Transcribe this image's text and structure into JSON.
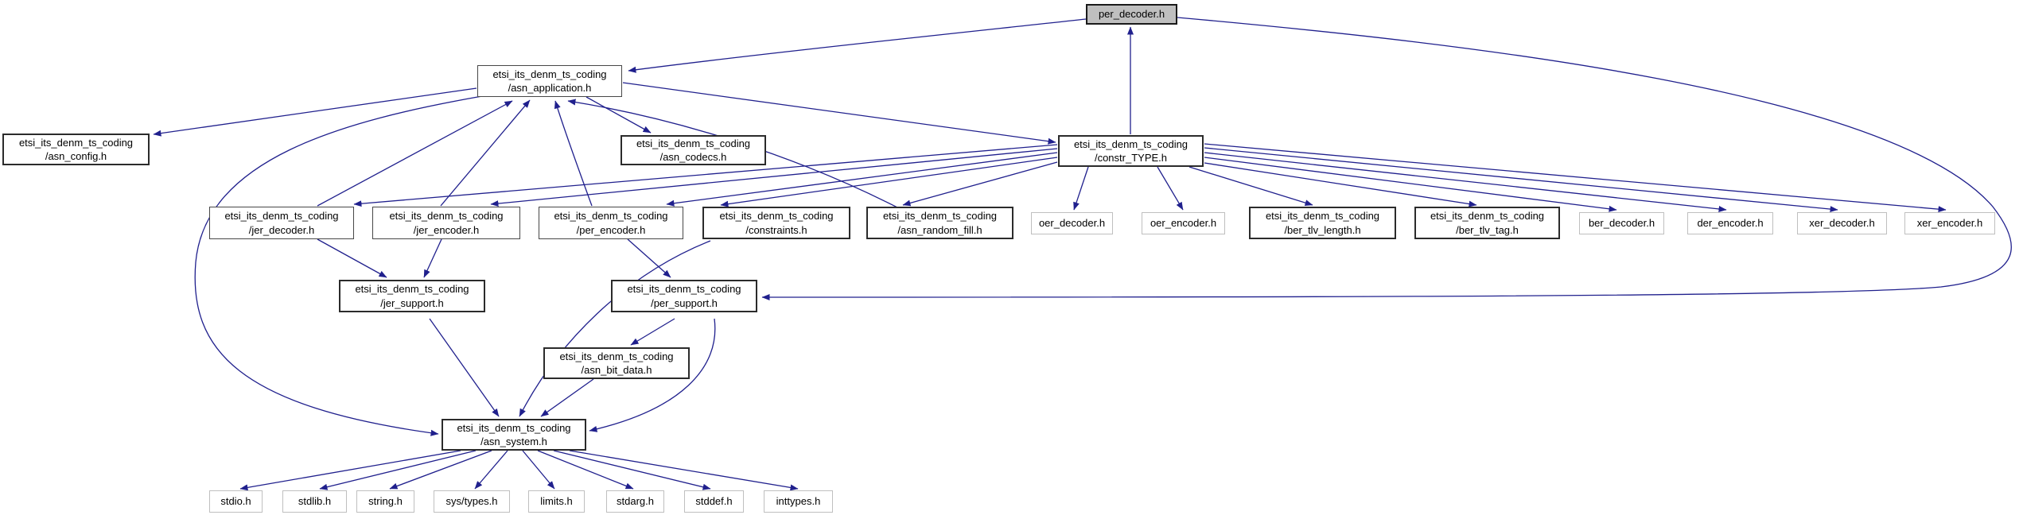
{
  "diagram": {
    "kind": "include-dependency-graph",
    "root_file": "per_decoder.h",
    "edge_color": "#20208d",
    "root_fill": "#bfbfbf"
  },
  "nodes": {
    "per_decoder": "per_decoder.h",
    "asn_application": "etsi_its_denm_ts_coding\n/asn_application.h",
    "asn_config": "etsi_its_denm_ts_coding\n/asn_config.h",
    "asn_codecs": "etsi_its_denm_ts_coding\n/asn_codecs.h",
    "constr_TYPE": "etsi_its_denm_ts_coding\n/constr_TYPE.h",
    "jer_decoder": "etsi_its_denm_ts_coding\n/jer_decoder.h",
    "jer_encoder": "etsi_its_denm_ts_coding\n/jer_encoder.h",
    "per_encoder": "etsi_its_denm_ts_coding\n/per_encoder.h",
    "constraints": "etsi_its_denm_ts_coding\n/constraints.h",
    "asn_random_fill": "etsi_its_denm_ts_coding\n/asn_random_fill.h",
    "oer_decoder": "oer_decoder.h",
    "oer_encoder": "oer_encoder.h",
    "ber_tlv_length": "etsi_its_denm_ts_coding\n/ber_tlv_length.h",
    "ber_tlv_tag": "etsi_its_denm_ts_coding\n/ber_tlv_tag.h",
    "ber_decoder": "ber_decoder.h",
    "der_encoder": "der_encoder.h",
    "xer_decoder": "xer_decoder.h",
    "xer_encoder": "xer_encoder.h",
    "jer_support": "etsi_its_denm_ts_coding\n/jer_support.h",
    "per_support": "etsi_its_denm_ts_coding\n/per_support.h",
    "asn_bit_data": "etsi_its_denm_ts_coding\n/asn_bit_data.h",
    "asn_system": "etsi_its_denm_ts_coding\n/asn_system.h",
    "stdio": "stdio.h",
    "stdlib": "stdlib.h",
    "string": "string.h",
    "sys_types": "sys/types.h",
    "limits": "limits.h",
    "stdarg": "stdarg.h",
    "stddef": "stddef.h",
    "inttypes": "inttypes.h"
  },
  "edges": [
    {
      "from": "per_decoder.h",
      "to": "etsi_its_denm_ts_coding/asn_application.h"
    },
    {
      "from": "per_decoder.h",
      "to": "etsi_its_denm_ts_coding/per_support.h"
    },
    {
      "from": "etsi_its_denm_ts_coding/constr_TYPE.h",
      "to": "per_decoder.h"
    },
    {
      "from": "etsi_its_denm_ts_coding/asn_application.h",
      "to": "etsi_its_denm_ts_coding/asn_config.h"
    },
    {
      "from": "etsi_its_denm_ts_coding/asn_application.h",
      "to": "etsi_its_denm_ts_coding/asn_codecs.h"
    },
    {
      "from": "etsi_its_denm_ts_coding/asn_application.h",
      "to": "etsi_its_denm_ts_coding/constr_TYPE.h"
    },
    {
      "from": "etsi_its_denm_ts_coding/asn_application.h",
      "to": "etsi_its_denm_ts_coding/asn_system.h"
    },
    {
      "from": "etsi_its_denm_ts_coding/jer_decoder.h",
      "to": "etsi_its_denm_ts_coding/asn_application.h"
    },
    {
      "from": "etsi_its_denm_ts_coding/jer_encoder.h",
      "to": "etsi_its_denm_ts_coding/asn_application.h"
    },
    {
      "from": "etsi_its_denm_ts_coding/per_encoder.h",
      "to": "etsi_its_denm_ts_coding/asn_application.h"
    },
    {
      "from": "etsi_its_denm_ts_coding/asn_random_fill.h",
      "to": "etsi_its_denm_ts_coding/asn_application.h"
    },
    {
      "from": "etsi_its_denm_ts_coding/constr_TYPE.h",
      "to": "etsi_its_denm_ts_coding/jer_decoder.h"
    },
    {
      "from": "etsi_its_denm_ts_coding/constr_TYPE.h",
      "to": "etsi_its_denm_ts_coding/jer_encoder.h"
    },
    {
      "from": "etsi_its_denm_ts_coding/constr_TYPE.h",
      "to": "etsi_its_denm_ts_coding/per_encoder.h"
    },
    {
      "from": "etsi_its_denm_ts_coding/constr_TYPE.h",
      "to": "etsi_its_denm_ts_coding/constraints.h"
    },
    {
      "from": "etsi_its_denm_ts_coding/constr_TYPE.h",
      "to": "etsi_its_denm_ts_coding/asn_random_fill.h"
    },
    {
      "from": "etsi_its_denm_ts_coding/constr_TYPE.h",
      "to": "oer_decoder.h"
    },
    {
      "from": "etsi_its_denm_ts_coding/constr_TYPE.h",
      "to": "oer_encoder.h"
    },
    {
      "from": "etsi_its_denm_ts_coding/constr_TYPE.h",
      "to": "etsi_its_denm_ts_coding/ber_tlv_length.h"
    },
    {
      "from": "etsi_its_denm_ts_coding/constr_TYPE.h",
      "to": "etsi_its_denm_ts_coding/ber_tlv_tag.h"
    },
    {
      "from": "etsi_its_denm_ts_coding/constr_TYPE.h",
      "to": "ber_decoder.h"
    },
    {
      "from": "etsi_its_denm_ts_coding/constr_TYPE.h",
      "to": "der_encoder.h"
    },
    {
      "from": "etsi_its_denm_ts_coding/constr_TYPE.h",
      "to": "xer_decoder.h"
    },
    {
      "from": "etsi_its_denm_ts_coding/constr_TYPE.h",
      "to": "xer_encoder.h"
    },
    {
      "from": "etsi_its_denm_ts_coding/jer_decoder.h",
      "to": "etsi_its_denm_ts_coding/jer_support.h"
    },
    {
      "from": "etsi_its_denm_ts_coding/jer_encoder.h",
      "to": "etsi_its_denm_ts_coding/jer_support.h"
    },
    {
      "from": "etsi_its_denm_ts_coding/per_encoder.h",
      "to": "etsi_its_denm_ts_coding/per_support.h"
    },
    {
      "from": "etsi_its_denm_ts_coding/constraints.h",
      "to": "etsi_its_denm_ts_coding/asn_system.h"
    },
    {
      "from": "etsi_its_denm_ts_coding/jer_support.h",
      "to": "etsi_its_denm_ts_coding/asn_system.h"
    },
    {
      "from": "etsi_its_denm_ts_coding/per_support.h",
      "to": "etsi_its_denm_ts_coding/asn_bit_data.h"
    },
    {
      "from": "etsi_its_denm_ts_coding/per_support.h",
      "to": "etsi_its_denm_ts_coding/asn_system.h"
    },
    {
      "from": "etsi_its_denm_ts_coding/asn_bit_data.h",
      "to": "etsi_its_denm_ts_coding/asn_system.h"
    },
    {
      "from": "etsi_its_denm_ts_coding/asn_system.h",
      "to": "stdio.h"
    },
    {
      "from": "etsi_its_denm_ts_coding/asn_system.h",
      "to": "stdlib.h"
    },
    {
      "from": "etsi_its_denm_ts_coding/asn_system.h",
      "to": "string.h"
    },
    {
      "from": "etsi_its_denm_ts_coding/asn_system.h",
      "to": "sys/types.h"
    },
    {
      "from": "etsi_its_denm_ts_coding/asn_system.h",
      "to": "limits.h"
    },
    {
      "from": "etsi_its_denm_ts_coding/asn_system.h",
      "to": "stdarg.h"
    },
    {
      "from": "etsi_its_denm_ts_coding/asn_system.h",
      "to": "stddef.h"
    },
    {
      "from": "etsi_its_denm_ts_coding/asn_system.h",
      "to": "inttypes.h"
    }
  ]
}
